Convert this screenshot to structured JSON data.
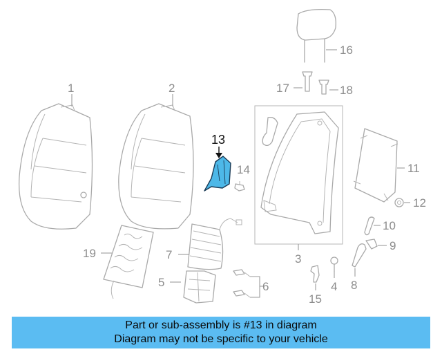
{
  "diagram": {
    "highlight_color": "#4db8e8",
    "part_color": "#a9a9a9",
    "labels": {
      "p1": "1",
      "p2": "2",
      "p3": "3",
      "p4": "4",
      "p5": "5",
      "p6": "6",
      "p7": "7",
      "p8": "8",
      "p9": "9",
      "p10": "10",
      "p11": "11",
      "p12": "12",
      "p13": "13",
      "p14": "14",
      "p15": "15",
      "p16": "16",
      "p17": "17",
      "p18": "18",
      "p19": "19"
    }
  },
  "banner": {
    "line1": "Part or sub-assembly is #13 in diagram",
    "line2": "Diagram may not be specific to your vehicle",
    "background": "#5bbcf2"
  }
}
